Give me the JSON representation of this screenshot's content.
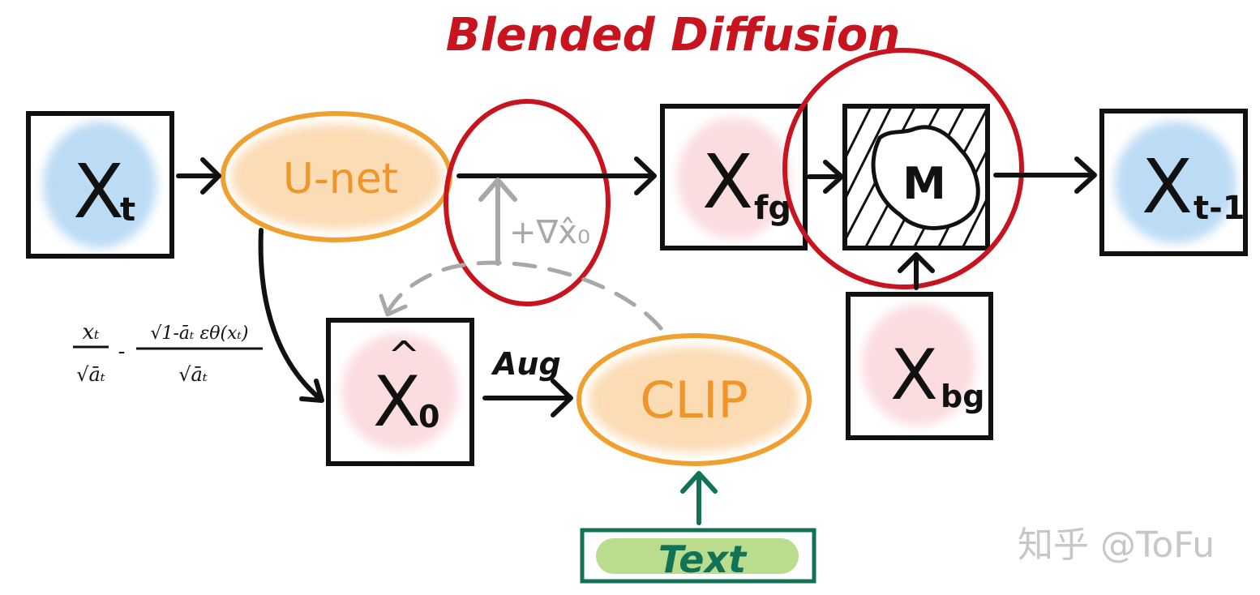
{
  "title": "Blended Diffusion",
  "nodes": {
    "xt": {
      "main": "X",
      "sub": "t"
    },
    "unet": {
      "label": "U-net"
    },
    "xfg": {
      "main": "X",
      "sub": "fg"
    },
    "mask": {
      "label": "M"
    },
    "xt1": {
      "main": "X",
      "sub": "t-1"
    },
    "x0": {
      "main": "X",
      "hat": "^",
      "sub": "0"
    },
    "clip": {
      "label": "CLIP"
    },
    "xbg": {
      "main": "X",
      "sub": "bg"
    },
    "text": {
      "label": "Text"
    }
  },
  "labels": {
    "gradient": "+∇x̂₀",
    "aug": "Aug",
    "formula_num1": "xₜ",
    "formula_den1": "√āₜ",
    "formula_minus": "-",
    "formula_num2": "√1-āₜ εθ(xₜ)",
    "formula_den2": "√āₜ"
  },
  "watermark": "知乎 @ToFu",
  "colors": {
    "ink": "#111111",
    "red": "#c8141e",
    "orange": "#f0a030",
    "orange_text": "#f0952a",
    "blue_fill": "#bcdcf5",
    "pink_fill": "#fbdde0",
    "green": "#127255",
    "green_fill": "#b9dc8e",
    "gray": "#a8a8a8",
    "watermark": "#c7c7c7"
  }
}
